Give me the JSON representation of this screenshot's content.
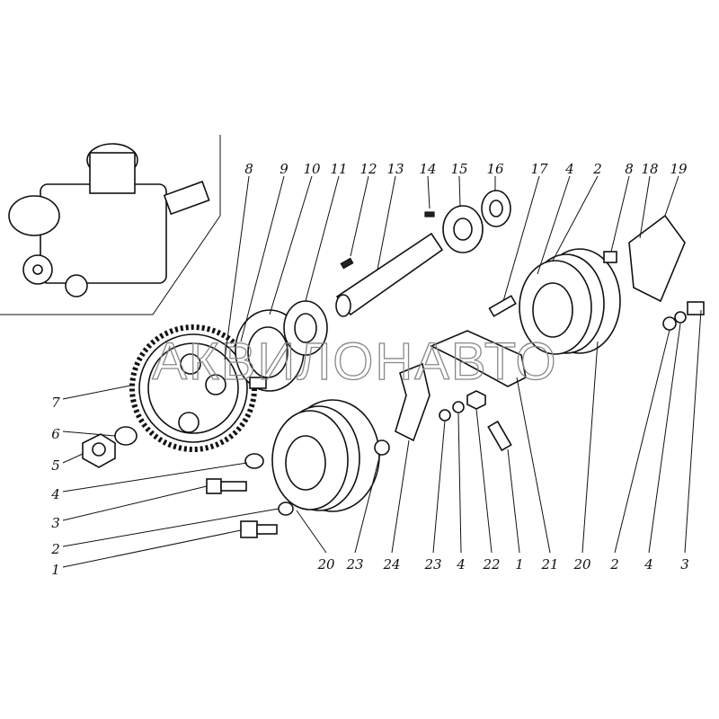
{
  "watermark": "АКВИЛОНАВТО",
  "labels": {
    "top": [
      "8",
      "9",
      "10",
      "11",
      "12",
      "13",
      "14",
      "15",
      "16",
      "17",
      "4",
      "2",
      "8",
      "18",
      "19"
    ],
    "left": [
      "7",
      "6",
      "5",
      "4",
      "3",
      "2",
      "1"
    ],
    "bottom": [
      "20",
      "23",
      "24",
      "23",
      "4",
      "22",
      "1",
      "21",
      "20",
      "2",
      "4",
      "3"
    ]
  }
}
